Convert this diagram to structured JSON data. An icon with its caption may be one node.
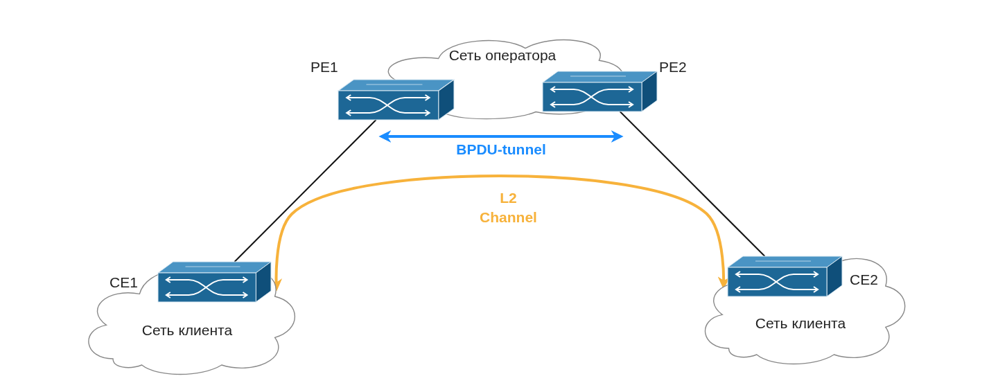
{
  "diagram": {
    "nodes": [
      {
        "text": [
          "Сеть оператора"
        ]
      },
      {
        "text": [
          "Сеть клиента"
        ]
      },
      {
        "text": [
          "Сеть клиента"
        ]
      },
      {
        "text": [],
        "shape": "box",
        "beside": [
          "PE1"
        ]
      },
      {
        "text": [],
        "shape": "box",
        "beside": [
          "PE2"
        ]
      },
      {
        "text": [],
        "shape": "box",
        "beside": [
          "CE1"
        ],
        "in": 1
      },
      {
        "text": [],
        "shape": "box",
        "beside": [
          "CE2"
        ],
        "in": 2
      }
    ],
    "edges": [
      {
        "from": 3,
        "to": 4,
        "arrow": "both",
        "label": "BPDU-tunnel",
        "color": "#1a8cff"
      },
      {
        "from": 3,
        "to": 5,
        "arrow": "none"
      },
      {
        "from": 4,
        "to": 6,
        "arrow": "none"
      },
      {
        "from": 5,
        "to": 6,
        "arrow": "both",
        "label": "L2 Channel",
        "color": "#f7b23b"
      }
    ]
  }
}
